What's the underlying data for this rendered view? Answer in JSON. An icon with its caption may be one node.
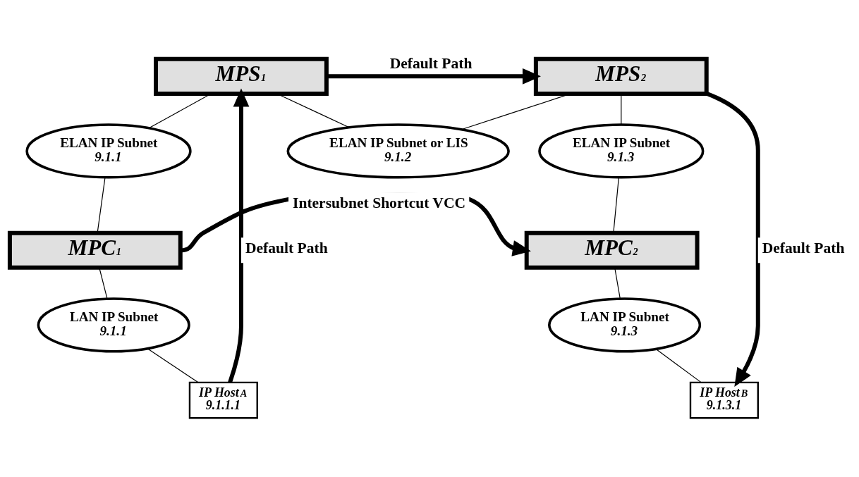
{
  "diagram": {
    "nodes": [
      {
        "text": [
          "MPS$_{1}$"
        ]
      },
      {
        "text": [
          "MPS$_{2}$"
        ]
      },
      {
        "text": [
          "ELAN IP Subnet",
          "9.1.1"
        ]
      },
      {
        "text": [
          "ELAN IP Subnet or LIS",
          "9.1.2"
        ]
      },
      {
        "text": [
          "ELAN IP Subnet",
          "9.1.3"
        ]
      },
      {
        "text": [
          "MPC$_{1}$"
        ]
      },
      {
        "text": [
          "MPC$_{2}$"
        ]
      },
      {
        "text": [
          "LAN IP Subnet",
          "9.1.1"
        ]
      },
      {
        "text": [
          "LAN IP Subnet",
          "9.1.3"
        ]
      },
      {
        "text": [
          "IP Host$_{A}$",
          "9.1.1.1"
        ]
      },
      {
        "text": [
          "IP Host$_{B}$",
          "9.1.3.1"
        ]
      }
    ],
    "edges": [
      {
        "from": 0,
        "to": 2,
        "arrow": "none"
      },
      {
        "from": 0,
        "to": 3,
        "arrow": "none"
      },
      {
        "from": 1,
        "to": 3,
        "arrow": "none"
      },
      {
        "from": 1,
        "to": 4,
        "arrow": "none"
      },
      {
        "from": 2,
        "to": 5,
        "arrow": "none"
      },
      {
        "from": 4,
        "to": 6,
        "arrow": "none"
      },
      {
        "from": 5,
        "to": 6,
        "arrow": "to",
        "label": "Intersubnet Shortcut VCC",
        "style": "thick"
      },
      {
        "from": 5,
        "to": 7,
        "arrow": "none"
      },
      {
        "from": 6,
        "to": 8,
        "arrow": "none"
      },
      {
        "from": 7,
        "to": 9,
        "arrow": "none"
      },
      {
        "from": 8,
        "to": 10,
        "arrow": "none"
      },
      {
        "from": 9,
        "to": 0,
        "arrow": "to",
        "label": "Default Path",
        "style": "thick"
      },
      {
        "from": 0,
        "to": 1,
        "arrow": "to",
        "label": "Default Path",
        "style": "thick"
      },
      {
        "from": 1,
        "to": 10,
        "arrow": "to",
        "label": "Default Path",
        "style": "thick"
      }
    ]
  }
}
